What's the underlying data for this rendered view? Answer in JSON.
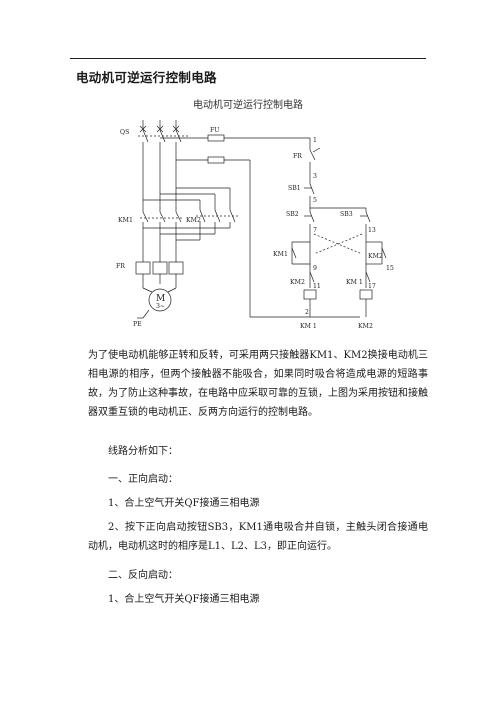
{
  "document": {
    "title": "电动机可逆运行控制电路",
    "figure_caption": "电动机可逆运行控制电路",
    "figure_labels": {
      "qs": "QS",
      "fu": "FU",
      "km1_main": "KM1",
      "km2_main": "KM2",
      "fr_main": "FR",
      "motor": "M",
      "motor_sub": "3~",
      "pe": "PE",
      "fr_ctrl": "FR",
      "sb1": "SB1",
      "sb2": "SB2",
      "sb3": "SB3",
      "km1_hold": "KM1",
      "km2_hold": "KM2",
      "km2_coil_contact": "KM2",
      "km1_coil_contact": "KM 1",
      "coil_km1": "KM 1",
      "coil_km2": "KM2",
      "n1": "1",
      "n3": "3",
      "n5": "5",
      "n7": "7",
      "n9": "9",
      "n11": "11",
      "n13": "13",
      "n15": "15",
      "n17": "17",
      "n2": "2"
    },
    "paragraph": "为了使电动机能够正转和反转，可采用两只接触器KM1、KM2换接电动机三相电源的相序，但两个接触器不能吸合，如果同时吸合将造成电源的短路事故，为了防止这种事故，在电路中应采取可靠的互锁，上图为采用按钮和接触器双重互锁的电动机正、反两方向运行的控制电路。",
    "lines": {
      "analysis": "线路分析如下：",
      "forward_heading": "一、正向启动：",
      "forward_1": "1、合上空气开关QF接通三相电源",
      "forward_2": "2、按下正向启动按钮SB3，KM1通电吸合并自锁，主触头闭合接通电动机，电动机这时的相序是L1、L2、L3，即正向运行。",
      "reverse_heading": "二、反向启动：",
      "reverse_1": "1、合上空气开关QF接通三相电源"
    }
  }
}
